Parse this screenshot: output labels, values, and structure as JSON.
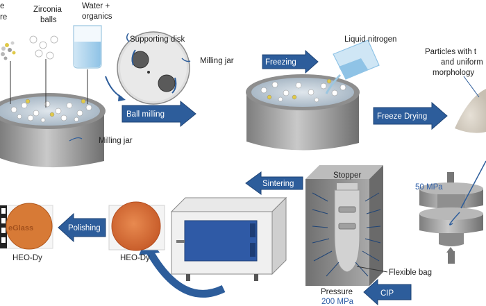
{
  "colors": {
    "arrow_fill": "#2d5d9b",
    "arrow_stroke": "#1f4476",
    "jar_gray": "#9a9a9a",
    "furnace_blue": "#2f5aa6",
    "pellet_orange": "#d9743f",
    "blue_text": "#2f5fa8"
  },
  "labels": {
    "powder": "e\nre",
    "zirconia_balls_l1": "Zirconia",
    "zirconia_balls_l2": "balls",
    "water_organics_l1": "Water +",
    "water_organics_l2": "organics",
    "supporting_disk": "Supporting disk",
    "milling_jar_top": "Milling jar",
    "milling_jar_bottom": "Milling jar",
    "liquid_nitrogen": "Liquid nitrogen",
    "particles_l1": "Particles with t",
    "particles_l2": "and uniform",
    "particles_l3": "morphology",
    "pressure_50": "50 MPa",
    "stopper": "Stopper",
    "flexible_bag": "Flexible bag",
    "pressure": "Pressure",
    "pressure_200": "200 MPa",
    "heo_dy_center": "HEO-Dy",
    "heo_dy_left": "HEO-Dy",
    "eglass_text": "eGlass"
  },
  "steps": {
    "ball_milling": "Ball milling",
    "freezing": "Freezing",
    "freeze_drying": "Freeze Drying",
    "sintering": "Sintering",
    "polishing": "Polishing",
    "cip": "CIP"
  }
}
